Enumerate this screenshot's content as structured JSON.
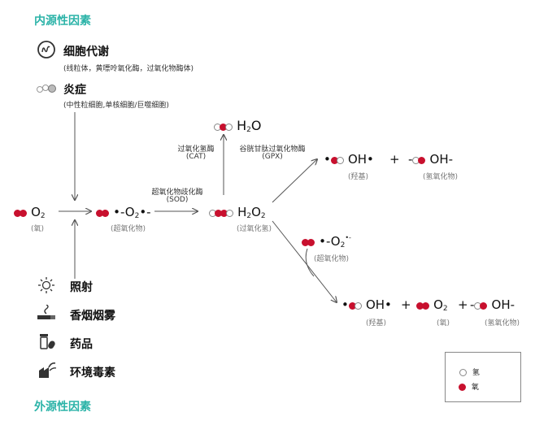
{
  "sections": {
    "internal_title": "内源性因素",
    "external_title": "外源性因素"
  },
  "internal_factors": [
    {
      "icon": "mitochondria-icon",
      "title": "细胞代谢",
      "desc": "(线粒体，黄嘌呤氧化酶，过氧化物酶体)"
    },
    {
      "icon": "immune-cells-icon",
      "title": "炎症",
      "desc": "(中性粒细胞,单核细胞/巨噬细胞)"
    }
  ],
  "external_factors": [
    {
      "icon": "sun-icon",
      "label": "照射"
    },
    {
      "icon": "cigarette-icon",
      "label": "香烟烟雾"
    },
    {
      "icon": "medicine-icon",
      "label": "药品"
    },
    {
      "icon": "factory-icon",
      "label": "环境毒素"
    }
  ],
  "molecules": {
    "o2": {
      "formula": "O",
      "sub": "2",
      "label": "(氧)"
    },
    "superoxide": {
      "prefix": "•-",
      "formula": "O",
      "sub": "2",
      "suffix": "•-",
      "label": "(超氧化物)"
    },
    "h2o2": {
      "formula_a": "H",
      "sub_a": "2",
      "formula_b": "O",
      "sub_b": "2",
      "label": "(过氧化氢)"
    },
    "h2o": {
      "formula_a": "H",
      "sub": "2",
      "formula_b": "O"
    },
    "oh_radical_top": {
      "prefix": "•",
      "formula": "OH•",
      "label": "(羟基)"
    },
    "hydroxide_top": {
      "prefix": "-",
      "formula": "OH-",
      "label": "(氢氧化物)"
    },
    "superoxide_mid": {
      "formula": "•-O",
      "sub": "2",
      "sup": "•-",
      "label": "(超氧化物)"
    },
    "oh_radical_bottom": {
      "prefix": "•",
      "formula": "OH•",
      "label": "(羟基)"
    },
    "o2_bottom": {
      "formula": "O",
      "sub": "2",
      "label": "(氧)"
    },
    "hydroxide_bottom": {
      "prefix": "-",
      "formula": "OH-",
      "label": "(氢氧化物)"
    }
  },
  "operators": {
    "plus": "+"
  },
  "enzymes": {
    "sod": {
      "name": "超氧化物歧化酶",
      "abbr": "(SOD)"
    },
    "cat": {
      "name": "过氧化氢酶",
      "abbr": "(CAT)"
    },
    "gpx": {
      "name": "谷胱甘肽过氧化物酶",
      "abbr": "(GPX)"
    }
  },
  "legend": {
    "items": [
      {
        "symbol": "hollow",
        "label": "氢"
      },
      {
        "symbol": "red",
        "label": "氧"
      }
    ]
  },
  "colors": {
    "accent": "#2bb3a8",
    "oxygen": "#c8102e",
    "hydrogen": "#ffffff",
    "arrow": "#555555"
  }
}
